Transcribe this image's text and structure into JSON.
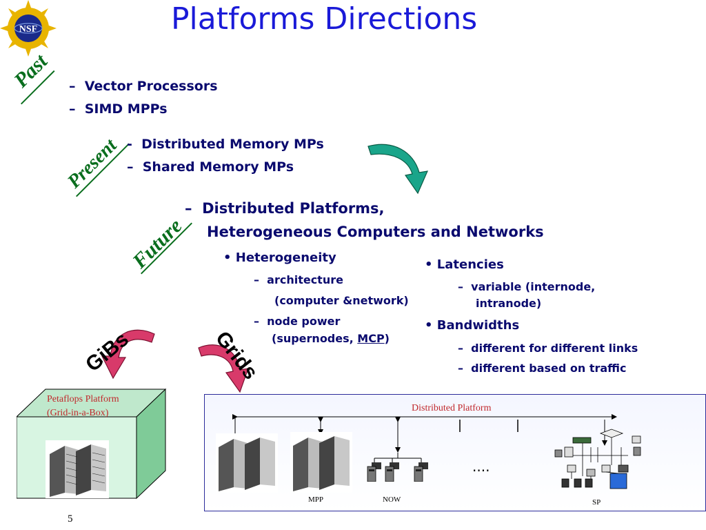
{
  "title": "Platforms Directions",
  "logo": {
    "text": "NSF",
    "color": "#1a2a8a",
    "ring": "#e8b400"
  },
  "eras": {
    "past": "Past",
    "present": "Present",
    "future": "Future"
  },
  "past_items": [
    "Vector Processors",
    "SIMD MPPs"
  ],
  "present_items": [
    "Distributed Memory MPs",
    "Shared Memory MPs"
  ],
  "future_item": {
    "line1": "Distributed Platforms,",
    "line2": "Heterogeneous Computers and Networks"
  },
  "heterogeneity": {
    "label": "Heterogeneity",
    "architecture": "architecture",
    "architecture_detail": "(computer &network)",
    "node_power": "node power",
    "node_power_detail_prefix": "(supernodes, ",
    "node_power_detail_link": "MCP",
    "node_power_detail_suffix": ")"
  },
  "latencies": {
    "label": "Latencies",
    "line1": "variable (internode,",
    "line2": "intranode)"
  },
  "bandwidths": {
    "label": "Bandwidths",
    "items": [
      "different for different links",
      "different based on traffic"
    ]
  },
  "arrow_labels": {
    "gibs": "GiBs",
    "grids": "Grids"
  },
  "box": {
    "line1": "Petaflops Platform",
    "line2": "(Grid-in-a-Box)"
  },
  "diagram": {
    "title": "Distributed Platform",
    "mpp": "MPP",
    "now": "NOW",
    "ellipsis": "....",
    "sp": "SP"
  },
  "page_number": "5",
  "colors": {
    "title": "#1a1ad8",
    "bullets": "#0a0a6e",
    "eras": "#0a6e1e",
    "red_text": "#c0282c",
    "teal_arrow": "#1aa58a",
    "pink_arrow": "#d83a6a",
    "cube_face": "#d8f5e2",
    "cube_side": "#8fd4a8"
  }
}
